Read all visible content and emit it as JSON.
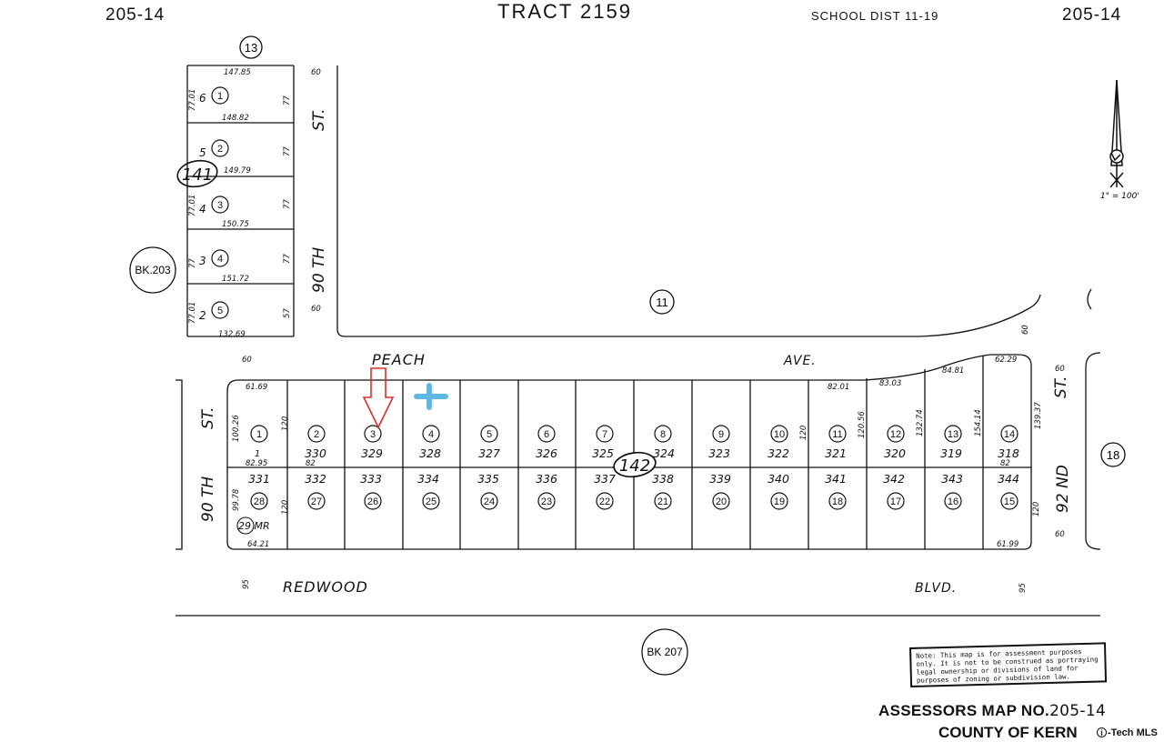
{
  "header": {
    "map_ref_left": "205-14",
    "tract": "TRACT 2159",
    "school_dist": "SCHOOL DIST 11-19",
    "map_ref_right": "205-14"
  },
  "scale": "1\" = 100'",
  "book_refs": {
    "left": "BK.203",
    "bottom": "BK 207"
  },
  "parcel_circles": {
    "top_left_block": "13",
    "north_lot": "11",
    "east": "18"
  },
  "oval_labels": {
    "west_block": "141",
    "main_block": "142"
  },
  "streets": {
    "peach": "PEACH",
    "ave": "AVE.",
    "redwood": "REDWOOD",
    "blvd": "BLVD.",
    "st_90_upper_st": "ST.",
    "st_90_upper_name": "90 TH",
    "st_90_lower_st": "ST.",
    "st_90_lower_name": "90 TH",
    "st_92_st": "ST.",
    "st_92_name": "92 ND"
  },
  "west_block": {
    "lots": [
      {
        "circle": "1",
        "lot": "6",
        "top_dim": "147.85",
        "left_dim": "77.01",
        "right_dim": "77"
      },
      {
        "circle": "2",
        "lot": "5",
        "top_dim": "148.82",
        "left_dim": "",
        "right_dim": "77"
      },
      {
        "circle": "3",
        "lot": "4",
        "top_dim": "149.79",
        "left_dim": "77.01",
        "right_dim": "77"
      },
      {
        "circle": "4",
        "lot": "3",
        "top_dim": "150.75",
        "left_dim": "77",
        "right_dim": "77"
      },
      {
        "circle": "5",
        "lot": "2",
        "top_dim": "151.72",
        "left_dim": "77.01",
        "right_dim": "57"
      }
    ],
    "bottom_dim": "132.69",
    "top_right_dim": "60",
    "bottom_right_dim": "60"
  },
  "main_block": {
    "north_row": [
      {
        "circle": "1",
        "lot": "1"
      },
      {
        "circle": "2",
        "lot": "330"
      },
      {
        "circle": "3",
        "lot": "329"
      },
      {
        "circle": "4",
        "lot": "328"
      },
      {
        "circle": "5",
        "lot": "327"
      },
      {
        "circle": "6",
        "lot": "326"
      },
      {
        "circle": "7",
        "lot": "325"
      },
      {
        "circle": "8",
        "lot": "324"
      },
      {
        "circle": "9",
        "lot": "323"
      },
      {
        "circle": "10",
        "lot": "322"
      },
      {
        "circle": "11",
        "lot": "321"
      },
      {
        "circle": "12",
        "lot": "320"
      },
      {
        "circle": "13",
        "lot": "319"
      },
      {
        "circle": "14",
        "lot": "318"
      }
    ],
    "south_row": [
      {
        "circle": "28",
        "lot": "331"
      },
      {
        "circle": "27",
        "lot": "332"
      },
      {
        "circle": "26",
        "lot": "333"
      },
      {
        "circle": "25",
        "lot": "334"
      },
      {
        "circle": "24",
        "lot": "335"
      },
      {
        "circle": "23",
        "lot": "336"
      },
      {
        "circle": "22",
        "lot": "337"
      },
      {
        "circle": "21",
        "lot": "338"
      },
      {
        "circle": "20",
        "lot": "339"
      },
      {
        "circle": "19",
        "lot": "340"
      },
      {
        "circle": "18",
        "lot": "341"
      },
      {
        "circle": "17",
        "lot": "342"
      },
      {
        "circle": "16",
        "lot": "343"
      },
      {
        "circle": "15",
        "lot": "344"
      }
    ],
    "dims": {
      "nw_top": "61.69",
      "nw_side": "100.26",
      "nw_120": "120",
      "nw_bottom": "82.95",
      "n2_bottom": "82",
      "sw_side": "99.78",
      "sw_120": "120",
      "sw_bottom": "64.21",
      "mid_120": "120",
      "top_11": "82.01",
      "top_12": "83.03",
      "top_13": "84.81",
      "top_14": "62.29",
      "side_12": "120.56",
      "side_13": "132.74",
      "side_14": "154.14",
      "side_east": "139.37",
      "ne_bottom": "82",
      "se_120": "120",
      "se_bottom": "61.99"
    },
    "mr_label": "29 MR"
  },
  "street_widths": {
    "peach_west": "60",
    "st92_north": "60",
    "st92_south": "60",
    "redwood_west": "95",
    "redwood_east": "95",
    "lot11_corner": "60"
  },
  "note_text": "Note: This map is for assessment purposes only. It is not to be construed as portraying legal ownership or divisions of land for purposes of zoning or subdivision law.",
  "assessors": {
    "label": "ASSESSORS MAP NO.",
    "number": "205-14"
  },
  "county": "COUNTY OF KERN",
  "watermark": {
    "symbol": "i",
    "text": "-Tech MLS"
  },
  "marker_colors": {
    "arrow": "#d9302a",
    "cross": "#5db8e6"
  }
}
